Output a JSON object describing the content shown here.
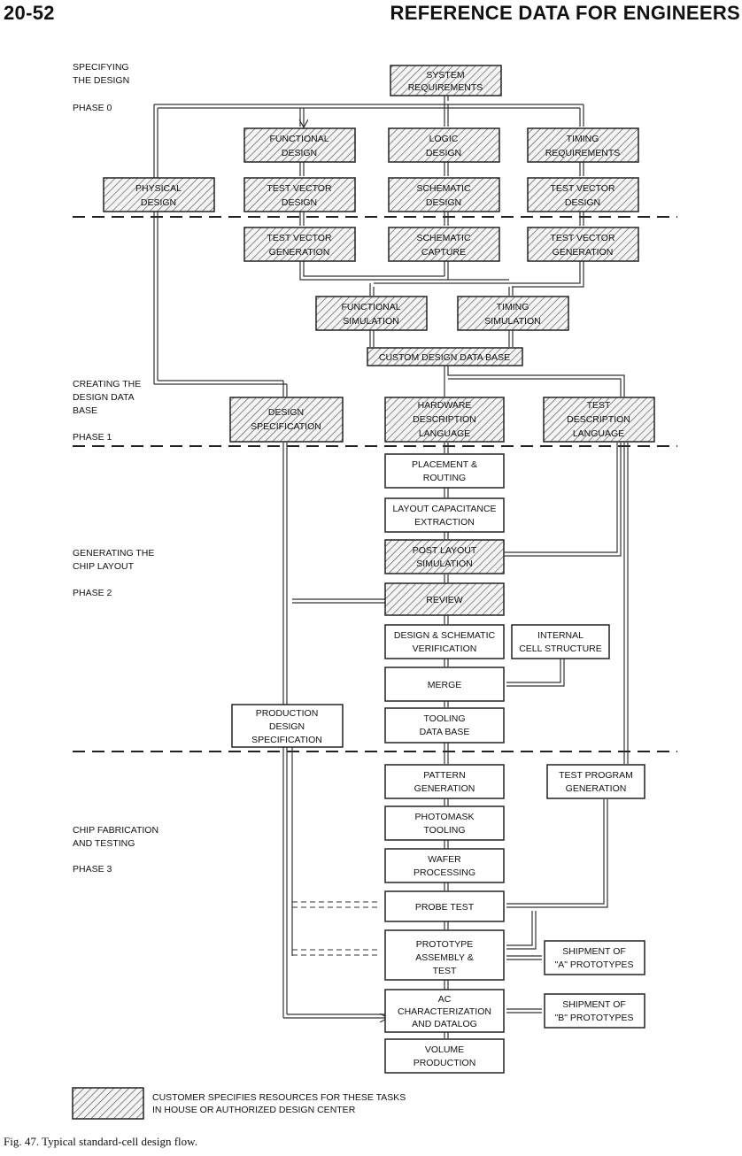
{
  "header": {
    "page_number": "20-52",
    "book_title": "REFERENCE DATA FOR ENGINEERS"
  },
  "phases": {
    "p0": [
      "SPECIFYING",
      "THE DESIGN",
      "PHASE 0"
    ],
    "p1": [
      "CREATING THE",
      "DESIGN DATA",
      "BASE",
      "PHASE 1"
    ],
    "p2": [
      "GENERATING THE",
      "CHIP LAYOUT",
      "PHASE 2"
    ],
    "p3": [
      "CHIP FABRICATION",
      "AND TESTING",
      "PHASE 3"
    ]
  },
  "boxes": {
    "system_requirements": [
      "SYSTEM",
      "REQUIREMENTS"
    ],
    "functional_design": [
      "FUNCTIONAL",
      "DESIGN"
    ],
    "logic_design": [
      "LOGIC",
      "DESIGN"
    ],
    "timing_requirements": [
      "TIMING",
      "REQUIREMENTS"
    ],
    "physical_design": [
      "PHYSICAL",
      "DESIGN"
    ],
    "test_vector_design_1": [
      "TEST VECTOR",
      "DESIGN"
    ],
    "schematic_design": [
      "SCHEMATIC",
      "DESIGN"
    ],
    "test_vector_design_2": [
      "TEST VECTOR",
      "DESIGN"
    ],
    "test_vector_generation_1": [
      "TEST VECTOR",
      "GENERATION"
    ],
    "schematic_capture": [
      "SCHEMATIC",
      "CAPTURE"
    ],
    "test_vector_generation_2": [
      "TEST VECTOR",
      "GENERATION"
    ],
    "functional_simulation": [
      "FUNCTIONAL",
      "SIMULATION"
    ],
    "timing_simulation": [
      "TIMING",
      "SIMULATION"
    ],
    "custom_design_data_base": [
      "CUSTOM DESIGN DATA BASE"
    ],
    "design_specification": [
      "DESIGN",
      "SPECIFICATION"
    ],
    "hardware_description_language": [
      "HARDWARE",
      "DESCRIPTION",
      "LANGUAGE"
    ],
    "test_description_language": [
      "TEST",
      "DESCRIPTION",
      "LANGUAGE"
    ],
    "placement_routing": [
      "PLACEMENT &",
      "ROUTING"
    ],
    "layout_capacitance_extraction": [
      "LAYOUT CAPACITANCE",
      "EXTRACTION"
    ],
    "post_layout_simulation": [
      "POST LAYOUT",
      "SIMULATION"
    ],
    "review": [
      "REVIEW"
    ],
    "design_schematic_verification": [
      "DESIGN & SCHEMATIC",
      "VERIFICATION"
    ],
    "internal_cell_structure": [
      "INTERNAL",
      "CELL STRUCTURE"
    ],
    "merge": [
      "MERGE"
    ],
    "production_design_specification": [
      "PRODUCTION",
      "DESIGN",
      "SPECIFICATION"
    ],
    "tooling_data_base": [
      "TOOLING",
      "DATA BASE"
    ],
    "pattern_generation": [
      "PATTERN",
      "GENERATION"
    ],
    "test_program_generation": [
      "TEST PROGRAM",
      "GENERATION"
    ],
    "photomask_tooling": [
      "PHOTOMASK",
      "TOOLING"
    ],
    "wafer_processing": [
      "WAFER",
      "PROCESSING"
    ],
    "probe_test": [
      "PROBE TEST"
    ],
    "prototype_assembly_test": [
      "PROTOTYPE",
      "ASSEMBLY &",
      "TEST"
    ],
    "shipment_a": [
      "SHIPMENT OF",
      "\"A\" PROTOTYPES"
    ],
    "ac_characterization": [
      "AC",
      "CHARACTERIZATION",
      "AND DATALOG"
    ],
    "shipment_b": [
      "SHIPMENT OF",
      "\"B\" PROTOTYPES"
    ],
    "volume_production": [
      "VOLUME",
      "PRODUCTION"
    ]
  },
  "legend": {
    "line1": "CUSTOMER SPECIFIES RESOURCES FOR THESE TASKS",
    "line2": "IN HOUSE OR AUTHORIZED DESIGN CENTER"
  },
  "caption": "Fig. 47. Typical standard-cell design flow."
}
